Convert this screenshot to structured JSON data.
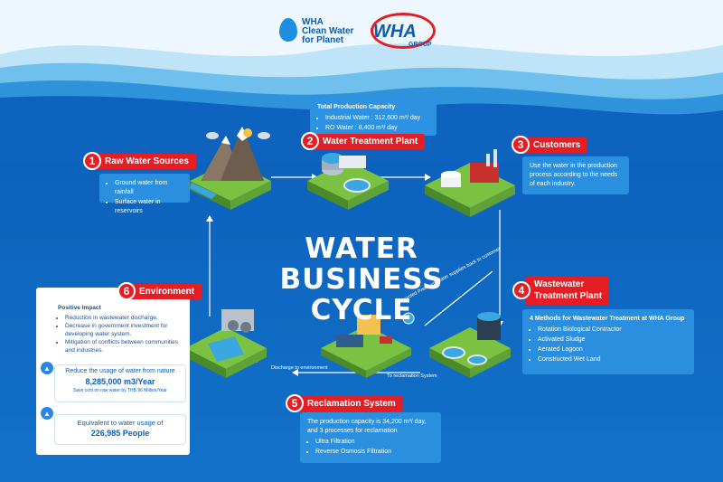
{
  "logo": {
    "brand_line1": "WHA",
    "brand_line2": "Clean Water",
    "brand_line3": "for Planet",
    "group_name": "WHA",
    "group_sub": "GROUP",
    "brand_red": "#e51e25",
    "brand_blue": "#0d5cad"
  },
  "title": {
    "line1": "WATER",
    "line2": "BUSINESS CYCLE"
  },
  "capacity": {
    "heading": "Total Production Capacity",
    "items": [
      "Industrial Water : 312,600 m³/ day",
      "RO Water : 8,400 m³/ day"
    ]
  },
  "steps": {
    "s1": {
      "num": "1",
      "label": "Raw Water Sources",
      "items": [
        "Ground water from rainfall",
        "Surface water in reservoirs"
      ]
    },
    "s2": {
      "num": "2",
      "label": "Water Treatment Plant"
    },
    "s3": {
      "num": "3",
      "label": "Customers",
      "text": "Use the water in the production process according to the needs of each industry."
    },
    "s4": {
      "num": "4",
      "label_line1": "Wastewater",
      "label_line2": "Treatment Plant",
      "heading": "4 Methods for Wastewater Treatment at WHA Group",
      "items": [
        "Rotation Biological Contractor",
        "Activated Sludge",
        "Aerated Lagoon",
        "Constructed Wet Land"
      ]
    },
    "s5": {
      "num": "5",
      "label": "Reclamation System",
      "text_line1": "The production capacity is 34,200 m³/ day,",
      "text_line2": "and 3 processes for reclamation",
      "items": [
        "Ultra Filtration",
        "Reverse Osmosis Filtration"
      ]
    },
    "s6": {
      "num": "6",
      "label": "Environment",
      "heading": "Positive Impact",
      "items": [
        "Reduction in wastewater discharge.",
        "Decrease in government investment for developing water system.",
        "Mitigation of conflicts between communities and industries."
      ],
      "pill1_title": "Reduce the usage of water from nature",
      "pill1_value": "8,285,000 m3/Year",
      "pill1_sub": "Save cost on raw water by THB 96 Million/Year",
      "pill2_title": "Equivalent to water usage of",
      "pill2_value": "226,985 People"
    }
  },
  "flow_labels": {
    "recycle": "Recycled Premium Water supplies back to customer",
    "to_reclamation": "To reclamation System",
    "discharge": "Discharge to environment"
  },
  "icons": {
    "thumb": "thumbs-up-icon",
    "droplet": "water-drop-icon",
    "recycle": "recycle-icon"
  }
}
